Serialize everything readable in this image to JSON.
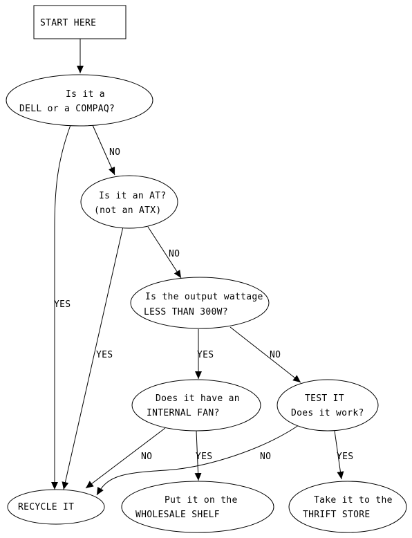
{
  "nodes": {
    "start": {
      "lines": [
        "START HERE"
      ]
    },
    "q_dell": {
      "lines": [
        "Is it a",
        "DELL or a COMPAQ?"
      ]
    },
    "q_at": {
      "lines": [
        "Is it an AT?",
        "(not an ATX)"
      ]
    },
    "q_watt": {
      "lines": [
        "Is the output wattage",
        "LESS THAN 300W?"
      ]
    },
    "q_fan": {
      "lines": [
        "Does it have an",
        "INTERNAL FAN?"
      ]
    },
    "q_test": {
      "lines": [
        "TEST IT",
        "Does it work?"
      ]
    },
    "recycle": {
      "lines": [
        "RECYCLE IT"
      ]
    },
    "wholesale": {
      "lines": [
        "Put it on the",
        "WHOLESALE SHELF"
      ]
    },
    "thrift": {
      "lines": [
        "Take it to the",
        "THRIFT STORE"
      ]
    }
  },
  "edges": {
    "dell_no": "NO",
    "dell_yes": "YES",
    "at_no": "NO",
    "at_yes": "YES",
    "watt_yes": "YES",
    "watt_no": "NO",
    "fan_no": "NO",
    "fan_yes": "YES",
    "test_no": "NO",
    "test_yes": "YES"
  }
}
